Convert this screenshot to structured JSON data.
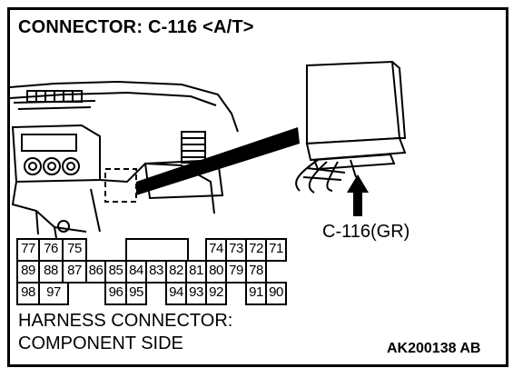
{
  "title": "CONNECTOR: C-116 <A/T>",
  "callout_label": "C-116(GR)",
  "harness_label_line1": "HARNESS CONNECTOR:",
  "harness_label_line2": "COMPONENT SIDE",
  "figure_code": "AK200138 AB",
  "icons": [
    "dashboard-illustration-icon",
    "ecu-module-icon",
    "pointer-arrow-icon"
  ],
  "pins": {
    "row1": [
      "77",
      "76",
      "75",
      "74",
      "73",
      "72",
      "71"
    ],
    "row2": [
      "89",
      "88",
      "87",
      "86",
      "85",
      "84",
      "83",
      "82",
      "81",
      "80",
      "79",
      "78"
    ],
    "row3": [
      "98",
      "97",
      "96",
      "95",
      "94",
      "93",
      "92",
      "91",
      "90"
    ]
  }
}
